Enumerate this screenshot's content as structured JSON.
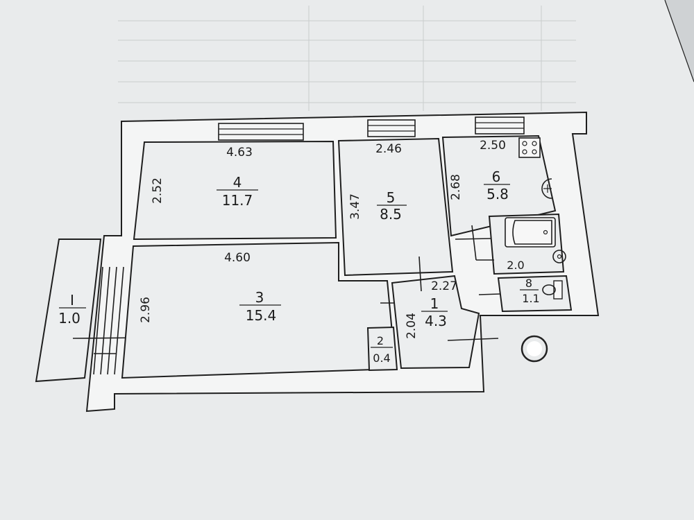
{
  "rooms": [
    {
      "id": "4",
      "number": "4",
      "area": "11.7",
      "width": "4.63",
      "depth": "2.52"
    },
    {
      "id": "5",
      "number": "5",
      "area": "8.5",
      "width": "2.46",
      "depth": "3.47"
    },
    {
      "id": "6",
      "number": "6",
      "area": "5.8",
      "width": "2.50",
      "depth": "2.68"
    },
    {
      "id": "3",
      "number": "3",
      "area": "15.4",
      "width": "4.60",
      "depth": "2.96"
    },
    {
      "id": "1",
      "number": "1",
      "area": "4.3",
      "width": "2.27",
      "depth": "2.04"
    },
    {
      "id": "2",
      "number": "2",
      "area": "0.4"
    },
    {
      "id": "7",
      "area": "2.0"
    },
    {
      "id": "8",
      "number": "8",
      "area": "1.1"
    },
    {
      "id": "balcony",
      "number": "I",
      "area": "1.0"
    }
  ]
}
